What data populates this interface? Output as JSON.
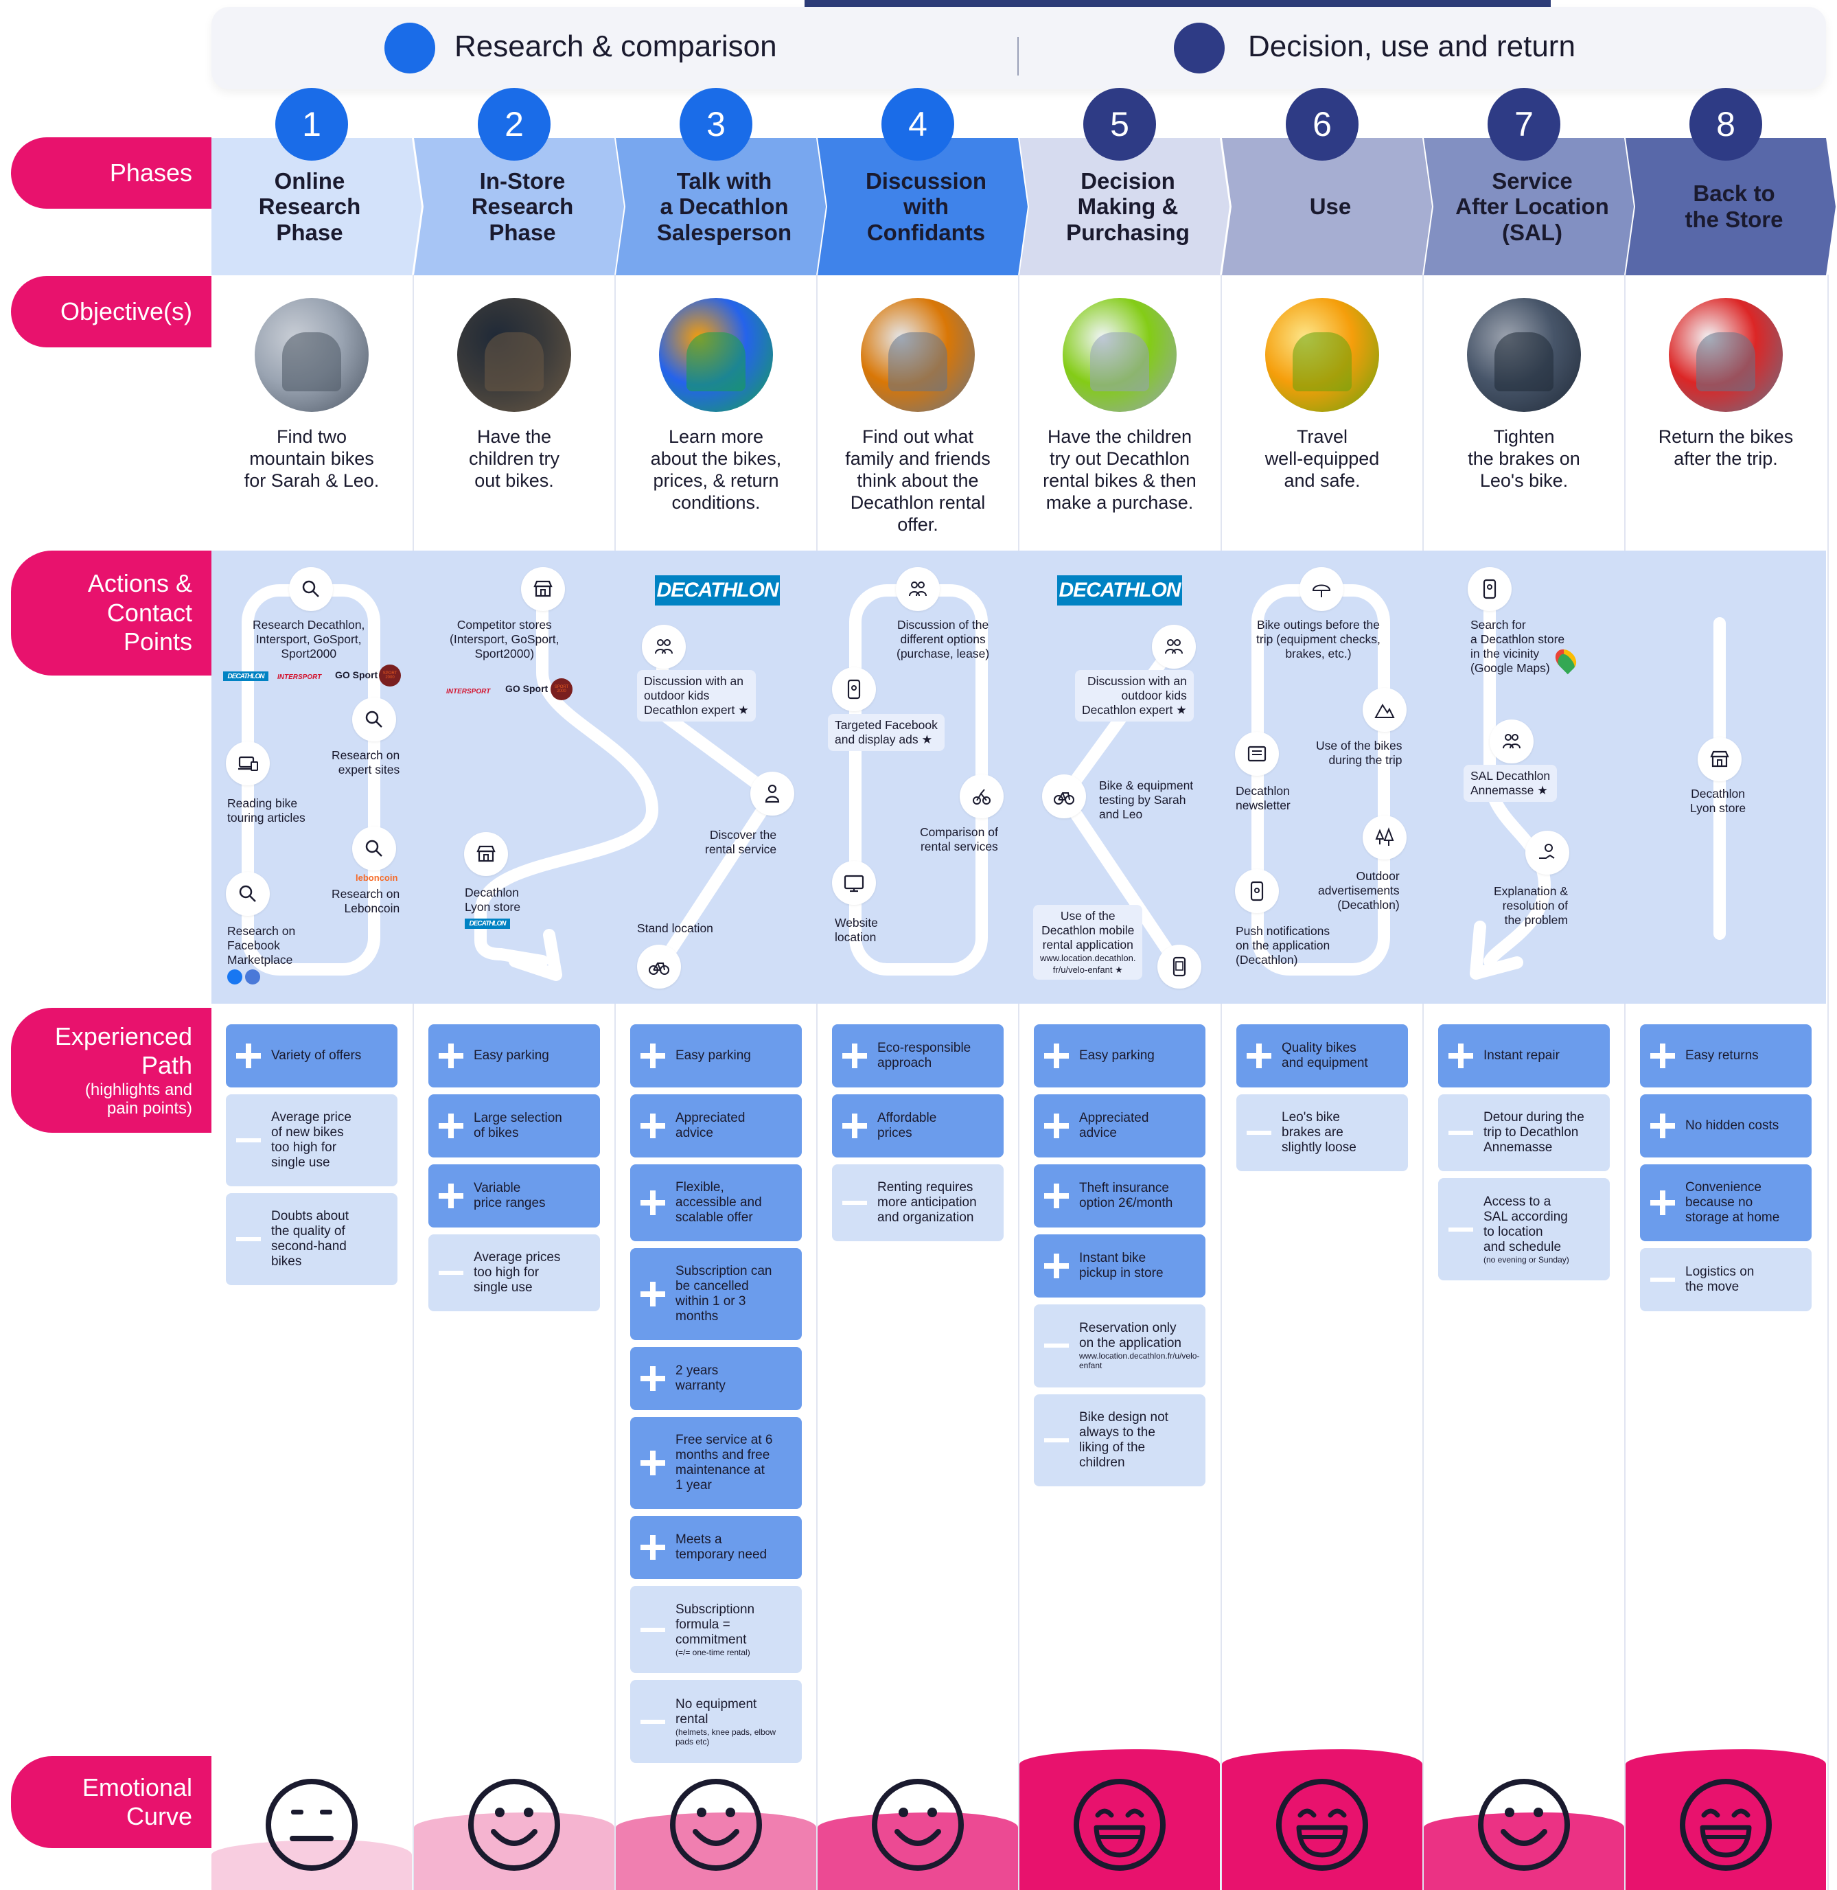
{
  "top_phases": [
    {
      "label": "Research & comparison",
      "color": "#1a6ce8"
    },
    {
      "label": "Decision, use and return",
      "color": "#2e3b85"
    }
  ],
  "row_labels": {
    "phases": "Phases",
    "objectives": "Objective(s)",
    "actions": [
      "Actions &",
      "Contact",
      "Points"
    ],
    "experienced": [
      "Experienced",
      "Path"
    ],
    "experienced_sub": [
      "(highlights and",
      "pain points)"
    ],
    "emotional": [
      "Emotional",
      "Curve"
    ]
  },
  "phases": [
    {
      "num": "1",
      "title": [
        "Online",
        "Research",
        "Phase"
      ],
      "objective": [
        "Find two",
        "mountain bikes",
        "for Sarah & Leo."
      ],
      "photo": "laptop-typing-photo",
      "emotion": "neutral"
    },
    {
      "num": "2",
      "title": [
        "In-Store",
        "Research",
        "Phase"
      ],
      "objective": [
        "Have the",
        "children try",
        "out bikes."
      ],
      "photo": "bike-shop-photo",
      "emotion": "smile"
    },
    {
      "num": "3",
      "title": [
        "Talk with",
        "a Decathlon",
        "Salesperson"
      ],
      "objective": [
        "Learn more",
        "about the bikes,",
        "prices, & return",
        "conditions."
      ],
      "photo": "salesperson-photo",
      "emotion": "smile"
    },
    {
      "num": "4",
      "title": [
        "Discussion",
        "with",
        "Confidants"
      ],
      "objective": [
        "Find out what",
        "family and friends",
        "think about the",
        "Decathlon rental",
        "offer."
      ],
      "photo": "family-discussion-photo",
      "emotion": "smile"
    },
    {
      "num": "5",
      "title": [
        "Decision",
        "Making &",
        "Purchasing"
      ],
      "objective": [
        "Have the children",
        "try out Decathlon",
        "rental bikes & then",
        "make a purchase."
      ],
      "photo": "child-bike-test-photo",
      "emotion": "big-smile"
    },
    {
      "num": "6",
      "title": [
        "Use"
      ],
      "objective": [
        "Travel",
        "well-equipped",
        "and safe."
      ],
      "photo": "family-riding-photo",
      "emotion": "big-smile"
    },
    {
      "num": "7",
      "title": [
        "Service",
        "After Location",
        "(SAL)"
      ],
      "objective": [
        "Tighten",
        "the brakes on",
        "Leo's bike."
      ],
      "photo": "bike-repair-photo",
      "emotion": "smile"
    },
    {
      "num": "8",
      "title": [
        "Back to",
        "the Store"
      ],
      "objective": [
        "Return the bikes",
        "after the trip."
      ],
      "photo": "store-return-photo",
      "emotion": "big-smile"
    }
  ],
  "actions": {
    "p1": {
      "t1": [
        "Research Decathlon,",
        "Intersport, GoSport,",
        "Sport2000"
      ],
      "brands": [
        "DECATHLON",
        "INTERSPORT",
        "GO Sport",
        "SPORT 2000"
      ],
      "t2": [
        "Research on",
        "expert sites"
      ],
      "t3": [
        "Reading bike",
        "touring articles"
      ],
      "t4": [
        "Research on",
        "Leboncoin"
      ],
      "leboncoin": "leboncoin",
      "t5": [
        "Research on",
        "Facebook",
        "Marketplace"
      ]
    },
    "p2": {
      "t1": [
        "Competitor stores",
        "(Intersport, GoSport,",
        "Sport2000)"
      ],
      "brands": [
        "INTERSPORT",
        "GO Sport",
        "SPORT 2000"
      ],
      "t2": [
        "Decathlon",
        "Lyon store"
      ],
      "brand2": "DECATHLON"
    },
    "p3": {
      "logo": "DECATHLON",
      "t1": [
        "Discussion with an",
        "outdoor kids",
        "Decathlon expert ★"
      ],
      "t2": [
        "Discover the",
        "rental service"
      ],
      "t3": [
        "Stand location"
      ]
    },
    "p4": {
      "t1": [
        "Discussion of the",
        "different options",
        "(purchase, lease)"
      ],
      "t2": [
        "Targeted Facebook",
        "and display ads ★"
      ],
      "t3": [
        "Comparison of",
        "rental services"
      ],
      "t4": [
        "Website",
        "location"
      ]
    },
    "p5": {
      "logo": "DECATHLON",
      "t1": [
        "Discussion with an",
        "outdoor kids",
        "Decathlon expert ★"
      ],
      "t2": [
        "Bike & equipment",
        "testing by Sarah",
        "and Leo"
      ],
      "t3": [
        "Use of the",
        "Decathlon mobile",
        "rental application",
        "www.location.decathlon.",
        "fr/u/velo-enfant ★"
      ]
    },
    "p6": {
      "t1": [
        "Bike outings before the",
        "trip (equipment checks,",
        "brakes, etc.)"
      ],
      "t2": [
        "Use of the bikes",
        "during the trip"
      ],
      "t3": [
        "Decathlon",
        "newsletter"
      ],
      "t4": [
        "Outdoor",
        "advertisements",
        "(Decathlon)"
      ],
      "t5": [
        "Push notifications",
        "on the application",
        "(Decathlon)"
      ]
    },
    "p7": {
      "t1": [
        "Search for",
        "a Decathlon store",
        "in the vicinity",
        "(Google Maps)"
      ],
      "t2": [
        "SAL Decathlon",
        "Annemasse ★"
      ],
      "t3": [
        "Explanation &",
        "resolution of",
        "the problem"
      ]
    },
    "p8": {
      "t1": [
        "Decathlon",
        "Lyon store"
      ]
    }
  },
  "experience": [
    [
      {
        "type": "plus",
        "text": [
          "Variety of offers"
        ]
      },
      {
        "type": "minus",
        "text": [
          "Average price",
          "of new bikes",
          "too high for",
          "single use"
        ]
      },
      {
        "type": "minus",
        "text": [
          "Doubts about",
          "the quality of",
          "second-hand",
          "bikes"
        ]
      }
    ],
    [
      {
        "type": "plus",
        "text": [
          "Easy parking"
        ]
      },
      {
        "type": "plus",
        "text": [
          "Large selection",
          "of bikes"
        ]
      },
      {
        "type": "plus",
        "text": [
          "Variable",
          "price ranges"
        ]
      },
      {
        "type": "minus",
        "text": [
          "Average prices",
          "too high for",
          "single use"
        ]
      }
    ],
    [
      {
        "type": "plus",
        "text": [
          "Easy parking"
        ]
      },
      {
        "type": "plus",
        "text": [
          "Appreciated",
          "advice"
        ]
      },
      {
        "type": "plus",
        "text": [
          "Flexible,",
          "accessible and",
          "scalable offer"
        ]
      },
      {
        "type": "plus",
        "text": [
          "Subscription can",
          "be cancelled",
          "within 1 or 3",
          "months"
        ]
      },
      {
        "type": "plus",
        "text": [
          "2 years",
          "warranty"
        ]
      },
      {
        "type": "plus",
        "text": [
          "Free service at 6",
          "months and free",
          "maintenance at",
          "1 year"
        ]
      },
      {
        "type": "plus",
        "text": [
          "Meets a",
          "temporary need"
        ]
      },
      {
        "type": "minus",
        "text": [
          "Subscriptionn",
          "formula =",
          "commitment"
        ],
        "small": "(=/= one-time rental)"
      },
      {
        "type": "minus",
        "text": [
          "No equipment",
          "rental"
        ],
        "small": "(helmets, knee pads, elbow pads etc)"
      }
    ],
    [
      {
        "type": "plus",
        "text": [
          "Eco-responsible",
          "approach"
        ]
      },
      {
        "type": "plus",
        "text": [
          "Affordable",
          "prices"
        ]
      },
      {
        "type": "minus",
        "text": [
          "Renting requires",
          "more anticipation",
          "and organization"
        ]
      }
    ],
    [
      {
        "type": "plus",
        "text": [
          "Easy parking"
        ]
      },
      {
        "type": "plus",
        "text": [
          "Appreciated",
          "advice"
        ]
      },
      {
        "type": "plus",
        "text": [
          "Theft insurance",
          "option 2€/month"
        ]
      },
      {
        "type": "plus",
        "text": [
          "Instant bike",
          "pickup in store"
        ]
      },
      {
        "type": "minus",
        "text": [
          "Reservation only",
          "on the application"
        ],
        "small": "www.location.decathlon.fr/u/velo-enfant"
      },
      {
        "type": "minus",
        "text": [
          "Bike design not",
          "always to the",
          "liking of the",
          "children"
        ]
      }
    ],
    [
      {
        "type": "plus",
        "text": [
          "Quality bikes",
          "and equipment"
        ]
      },
      {
        "type": "minus",
        "text": [
          "Leo's bike",
          "brakes are",
          "slightly loose"
        ]
      }
    ],
    [
      {
        "type": "plus",
        "text": [
          "Instant repair"
        ]
      },
      {
        "type": "minus",
        "text": [
          "Detour during the",
          "trip to Decathlon",
          "Annemasse"
        ]
      },
      {
        "type": "minus",
        "text": [
          "Access to a",
          "SAL according",
          "to location",
          "and schedule"
        ],
        "small": "(no evening or Sunday)"
      }
    ],
    [
      {
        "type": "plus",
        "text": [
          "Easy returns"
        ]
      },
      {
        "type": "plus",
        "text": [
          "No hidden costs"
        ]
      },
      {
        "type": "plus",
        "text": [
          "Convenience",
          "because no",
          "storage at home"
        ]
      },
      {
        "type": "minus",
        "text": [
          "Logistics on",
          "the move"
        ]
      }
    ]
  ],
  "colors": {
    "accent_pink": "#e8126d",
    "phase_col_bg": [
      "#d3e2fa",
      "#a7c5f5",
      "#78a7ef",
      "#3f83ea",
      "#d6dbef",
      "#a6aed2",
      "#8290c2",
      "#5868a9"
    ],
    "number_bg": [
      "#1a6ce8",
      "#1a6ce8",
      "#1a6ce8",
      "#1a6ce8",
      "#2e3b85",
      "#2e3b85",
      "#2e3b85",
      "#2e3b85"
    ],
    "emotion_bg": [
      "#f8cde0",
      "#f5b4d0",
      "#f07fb0",
      "#ec4a93",
      "#e8126d",
      "#e8126d",
      "#eb3284",
      "#e8126d"
    ],
    "plus_card": "#6b9cec",
    "minus_card": "#d2e0f7",
    "actions_bg": "#d0def7"
  }
}
